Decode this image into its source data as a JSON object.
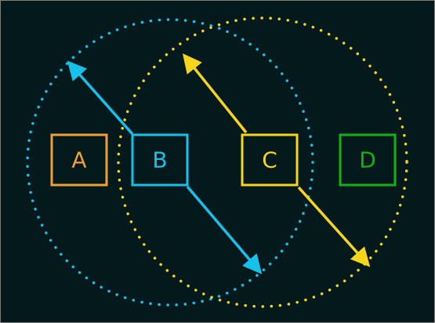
{
  "colors": {
    "background": "#04191c",
    "a": "#f29e3a",
    "b": "#16c1ea",
    "c": "#f7d51d",
    "d": "#14b114"
  },
  "nodes": [
    {
      "id": "a",
      "label": "A"
    },
    {
      "id": "b",
      "label": "B"
    },
    {
      "id": "c",
      "label": "C"
    },
    {
      "id": "d",
      "label": "D"
    }
  ]
}
